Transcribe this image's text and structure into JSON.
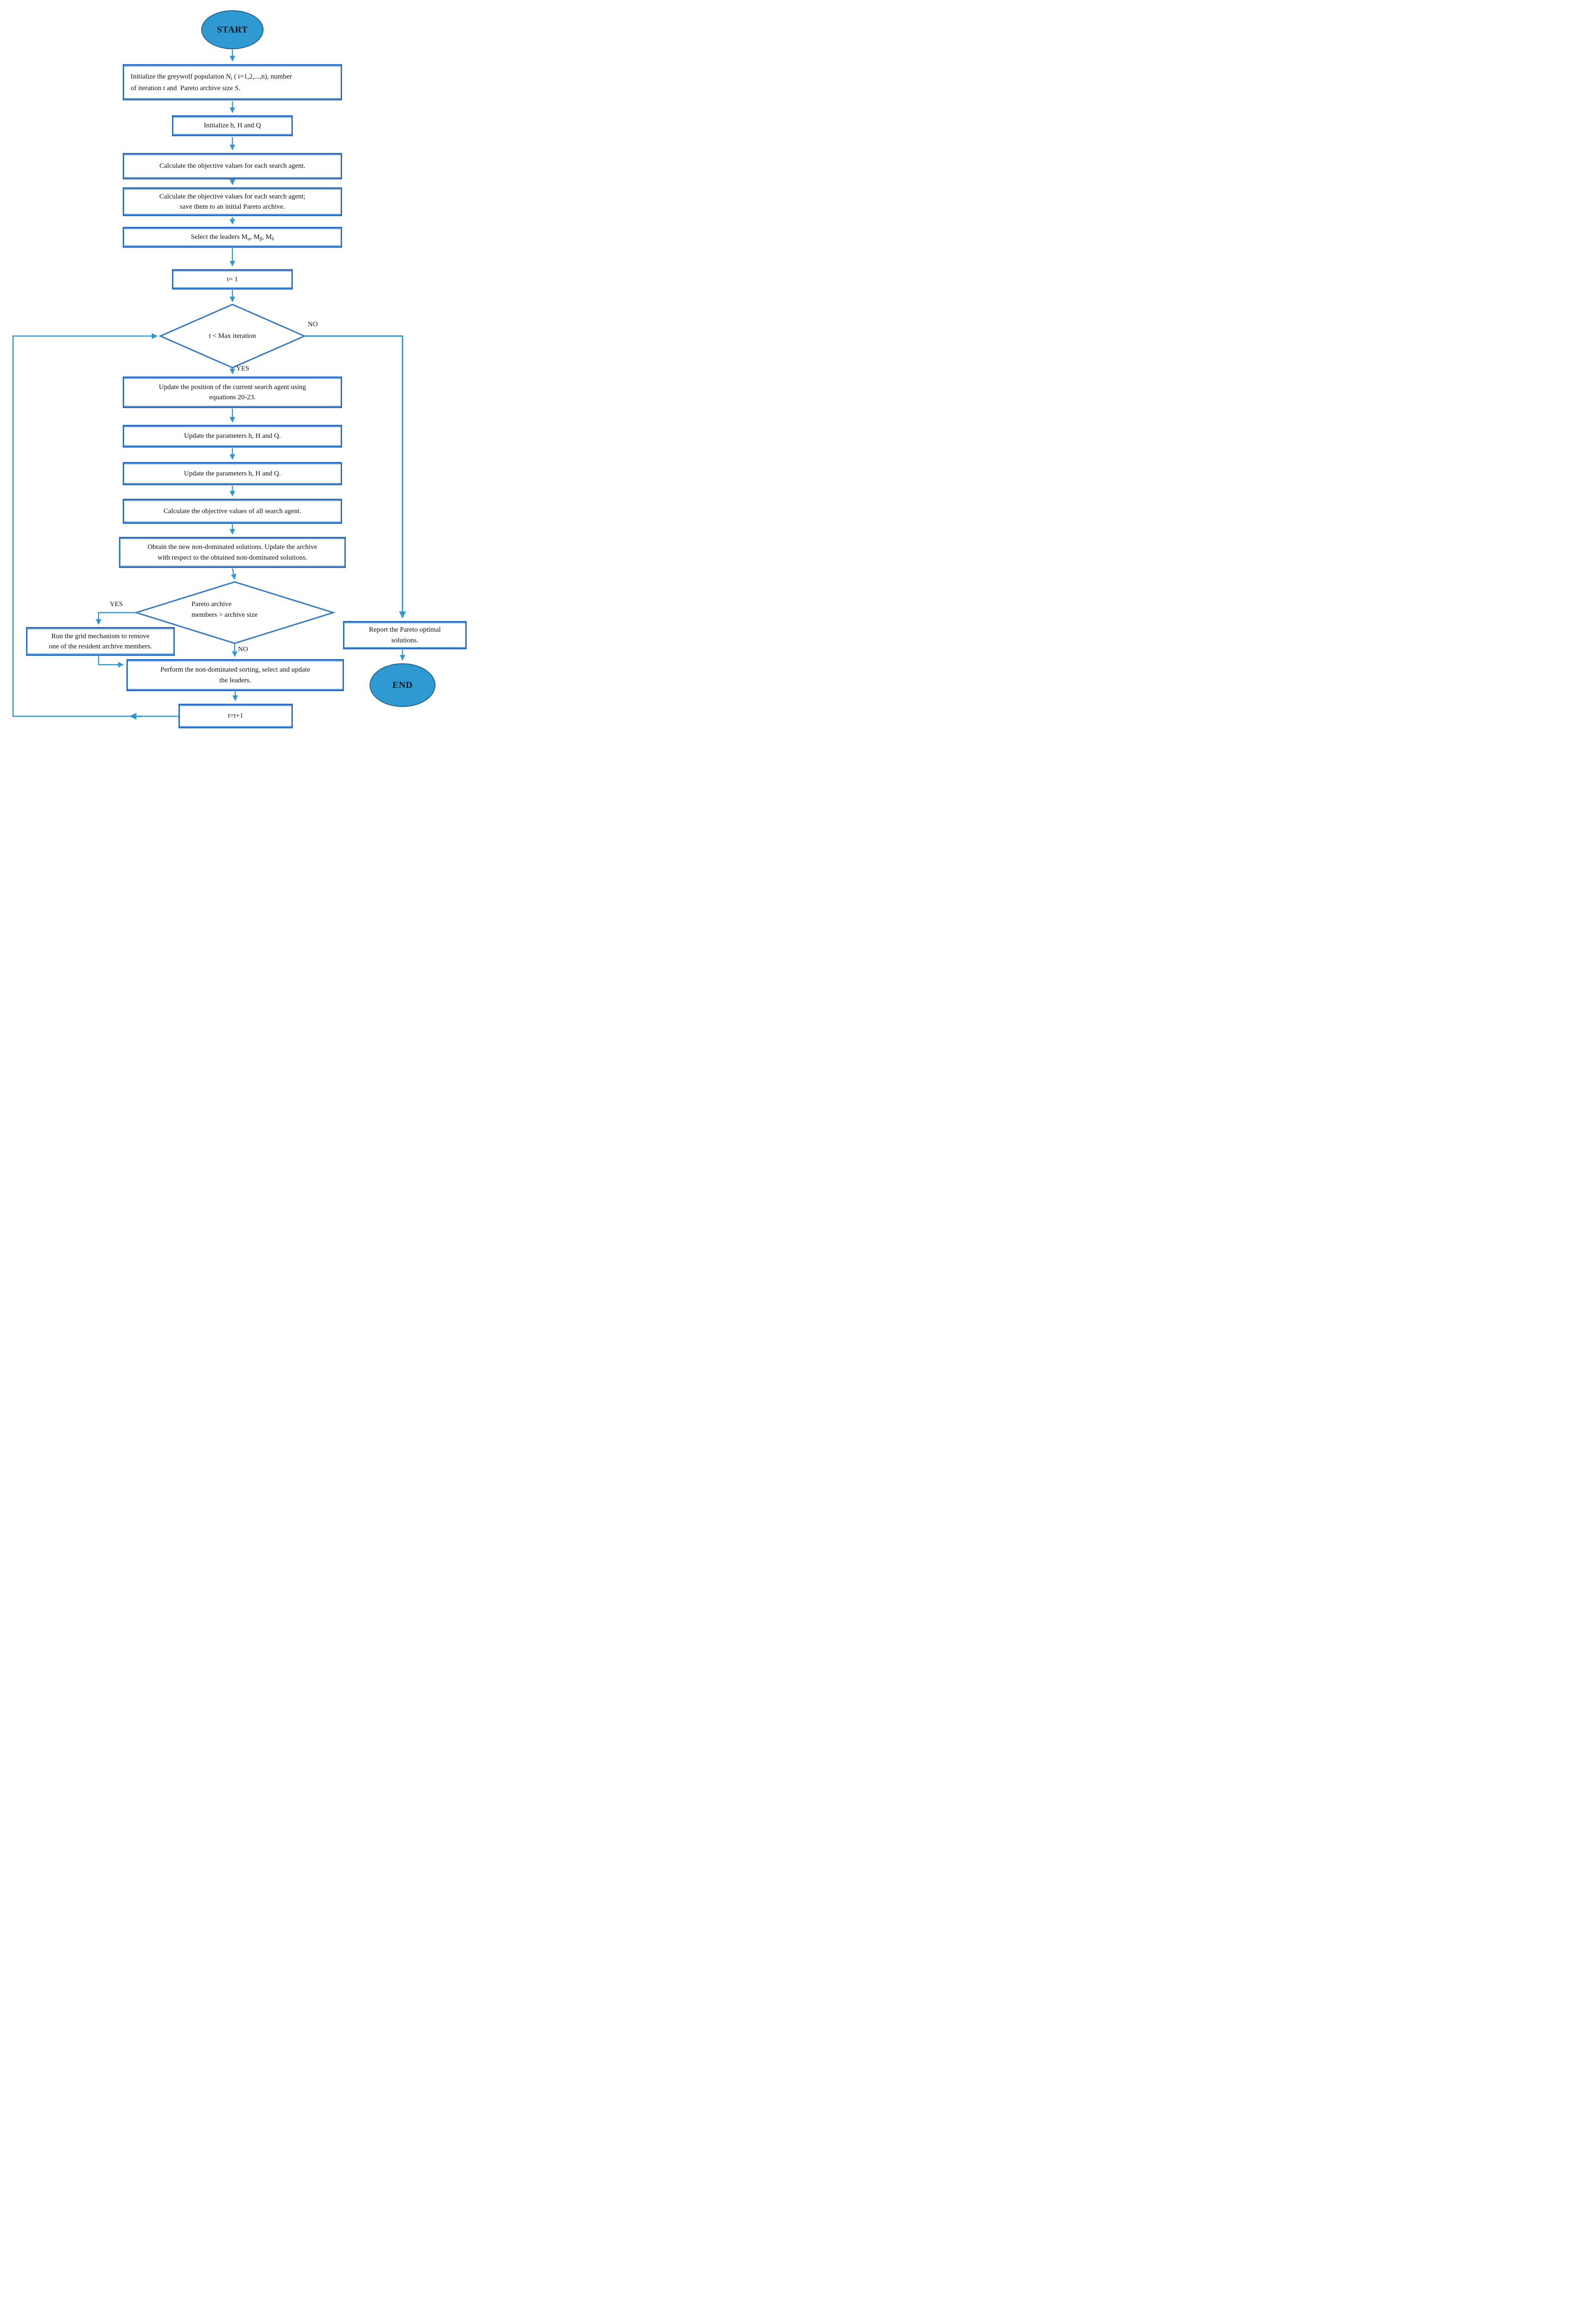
{
  "colors": {
    "terminal_fill": "#2f9ad2",
    "terminal_border": "#24648f",
    "box_border": "#2f6ec4",
    "box_inner_edge": "#6aa3d8",
    "arrow": "#2f96d4",
    "text": "#111111"
  },
  "flowchart": {
    "terminals": {
      "start": "START",
      "end": "END"
    },
    "labels": {
      "no_iteration": "NO",
      "yes_iteration": "YES",
      "yes_archive": "YES",
      "no_archive": "NO"
    },
    "nodes": {
      "init_pop": {
        "l1a": "Initialize the greywolf population N",
        "sub": "i",
        "l1b": " ( i=1,2,...,n), number",
        "l2": "of iteration t and  Pareto archive size S."
      },
      "init_params": "Initialize h, H and Q",
      "calc_obj_each": "Calculate the objective values for each search agent.",
      "calc_obj_save": {
        "line1": "Calculate the objective values for each search agent;",
        "line2": "save them to an initial Pareto archive."
      },
      "select_leaders": {
        "s0": "Select the leaders M",
        "sub0": "α",
        "s1": ", M",
        "sub1": "β",
        "s2": ", M",
        "sub2": "δ"
      },
      "t_init": "t= 1",
      "cond_iteration": "t < Max iteration",
      "update_position": {
        "line1": "Update the position of the current search agent using",
        "line2": "equations 20-23."
      },
      "update_params_1": "Update the parameters h, H and Q.",
      "update_params_2": "Update the parameters h, H and Q.",
      "calc_obj_all": "Calculate the objective values of all search agent.",
      "obtain_nondominated": {
        "line1": "Obtain the new non-dominated solutions. Update the archive",
        "line2": "with respect to the obtained non-dominated solutions."
      },
      "cond_archive": {
        "line1": "Pareto archive",
        "line2": "members > archive size"
      },
      "grid_mechanism": {
        "line1": "Run the grid mechanism to remove",
        "line2": "one of the resident archive members."
      },
      "report_pareto": {
        "line1": "Report the Pareto optimal",
        "line2": "solutions."
      },
      "perform_sorting": {
        "line1": "Perform the non-dominated sorting, select and update",
        "line2": "the leaders."
      },
      "t_increment": "t=t+1"
    }
  }
}
